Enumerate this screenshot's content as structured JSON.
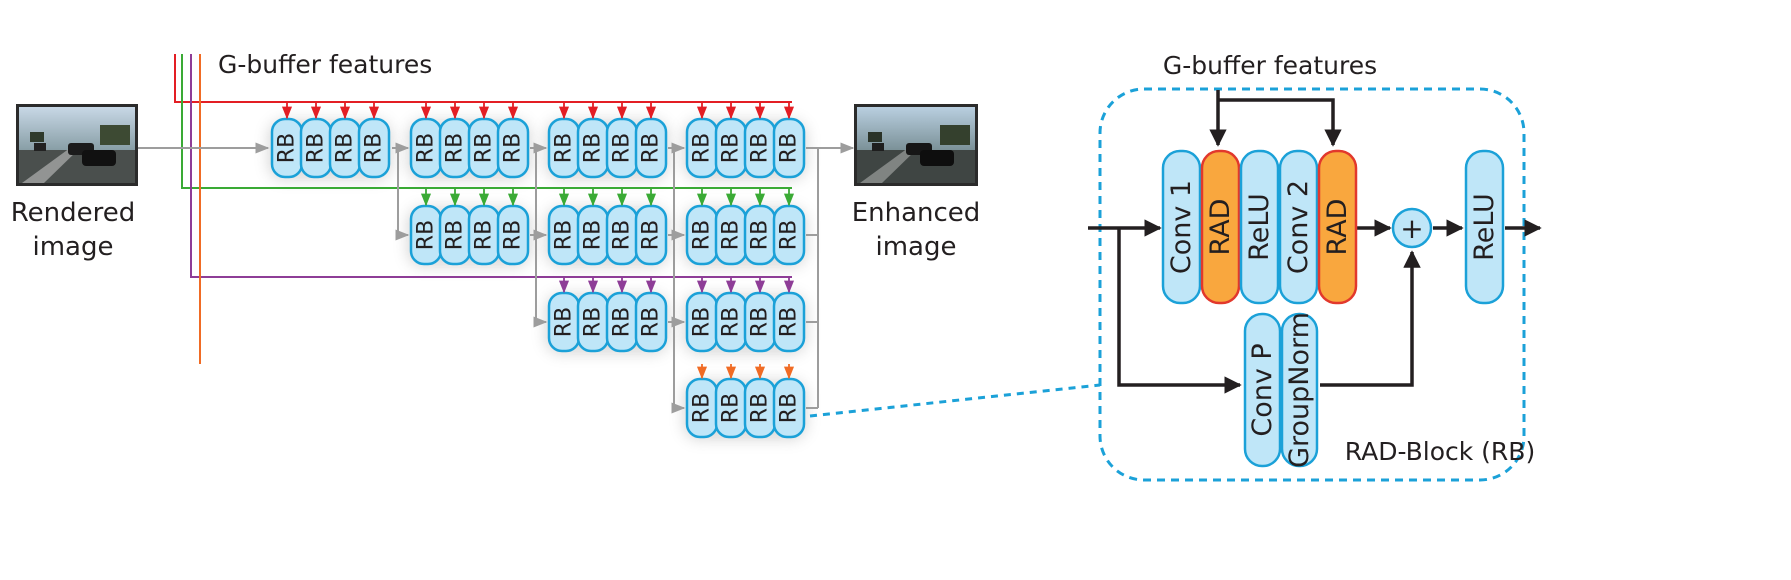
{
  "left": {
    "gbuffer_label": "G-buffer features",
    "input_label_line1": "Rendered",
    "input_label_line2": "image",
    "output_label_line1": "Enhanced",
    "output_label_line2": "image",
    "rb_label": "RB",
    "colors": {
      "red": "#e31e24",
      "green": "#3aaa35",
      "purple": "#8e3d97",
      "orange": "#f06b24",
      "gray": "#9d9d9d",
      "rb_fill": "#bfe6f8",
      "rb_stroke": "#1ba1d8"
    }
  },
  "right": {
    "gbuffer_label": "G-buffer features",
    "blocks": [
      "Conv 1",
      "RAD",
      "ReLU",
      "Conv 2",
      "RAD",
      "ReLU"
    ],
    "skip_blocks": [
      "Conv P",
      "GroupNorm"
    ],
    "plus_symbol": "+",
    "caption": "RAD-Block (RB)",
    "colors": {
      "blue_fill": "#bfe6f8",
      "blue_stroke": "#1ba1d8",
      "orange_fill": "#f9a73e",
      "orange_stroke": "#e2382c",
      "dash": "#1ba1d8"
    }
  }
}
